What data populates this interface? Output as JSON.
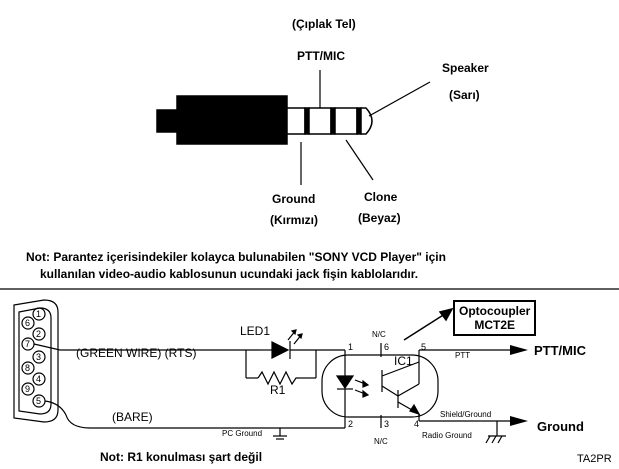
{
  "jack": {
    "top_note": "(Çıplak Tel)",
    "ptt_mic": "PTT/MIC",
    "speaker": "Speaker",
    "speaker_note": "(Sarı)",
    "ground": "Ground",
    "ground_note": "(Kırmızı)",
    "clone": "Clone",
    "clone_note": "(Beyaz)"
  },
  "note": {
    "line1": "Not: Parantez içerisindekiler kolayca bulunabilen \"SONY VCD Player\" için",
    "line2": "kullanılan video-audio kablosunun ucundaki jack fişin kablolarıdır."
  },
  "connector": {
    "pins": [
      "1",
      "2",
      "3",
      "4",
      "5",
      "6",
      "7",
      "8",
      "9"
    ]
  },
  "circuit": {
    "led": "LED1",
    "resistor": "R1",
    "green_wire": "(GREEN WIRE) (RTS)",
    "bare": "(BARE)",
    "pc_ground": "PC Ground",
    "nc_top": "N/C",
    "nc_bottom": "N/C",
    "ic": "IC1",
    "pin1": "1",
    "pin2": "2",
    "pin3": "3",
    "pin4": "4",
    "pin5": "5",
    "pin6": "6",
    "ptt": "PTT",
    "shield_ground": "Shield/Ground",
    "radio_ground": "Radio Ground",
    "ptt_mic_out": "PTT/MIC",
    "ground_out": "Ground",
    "optocoupler_line1": "Optocoupler",
    "optocoupler_line2": "MCT2E"
  },
  "footer": {
    "r1_note": "Not: R1 konulması şart değil",
    "author": "TA2PR"
  }
}
